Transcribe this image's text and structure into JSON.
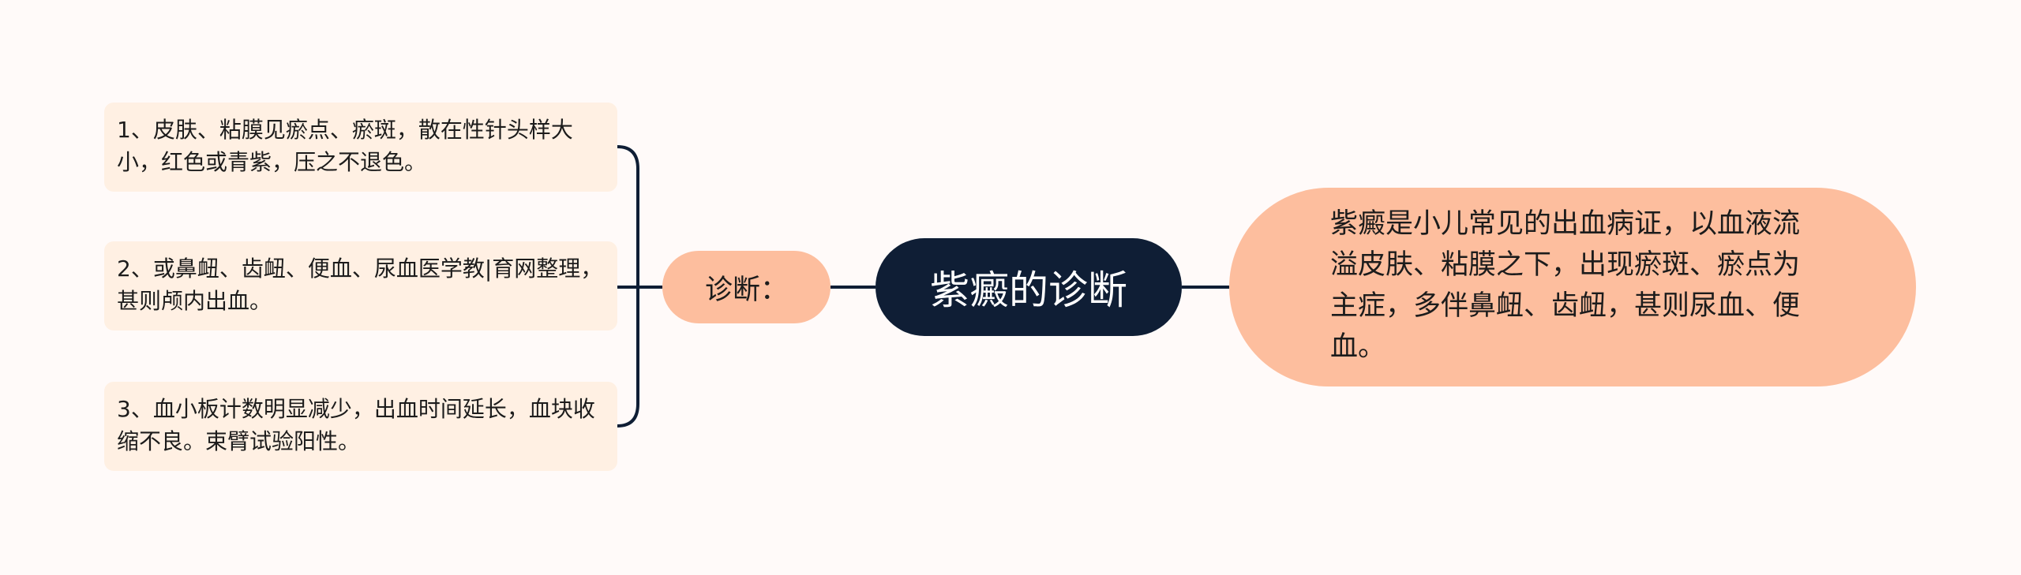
{
  "mindmap": {
    "central": "紫癜的诊断",
    "right": "紫癜是小儿常见的出血病证，以血液流溢皮肤、粘膜之下，出现瘀斑、瘀点为主症，多伴鼻衄、齿衄，甚则尿血、便血。",
    "branch": "诊断：",
    "leaves": [
      "1、皮肤、粘膜见瘀点、瘀斑，散在性针头样大小，红色或青紫，压之不退色。",
      "2、或鼻衄、齿衄、便血、尿血医学教|育网整理，甚则颅内出血。",
      "3、血小板计数明显减少，出血时间延长，血块收缩不良。束臂试验阳性。"
    ]
  },
  "colors": {
    "background": "#fffaf9",
    "central_fill": "#0f1e35",
    "accent_fill": "#fdbe9e",
    "leaf_fill": "#fff0e3",
    "connector": "#0f1e35"
  }
}
